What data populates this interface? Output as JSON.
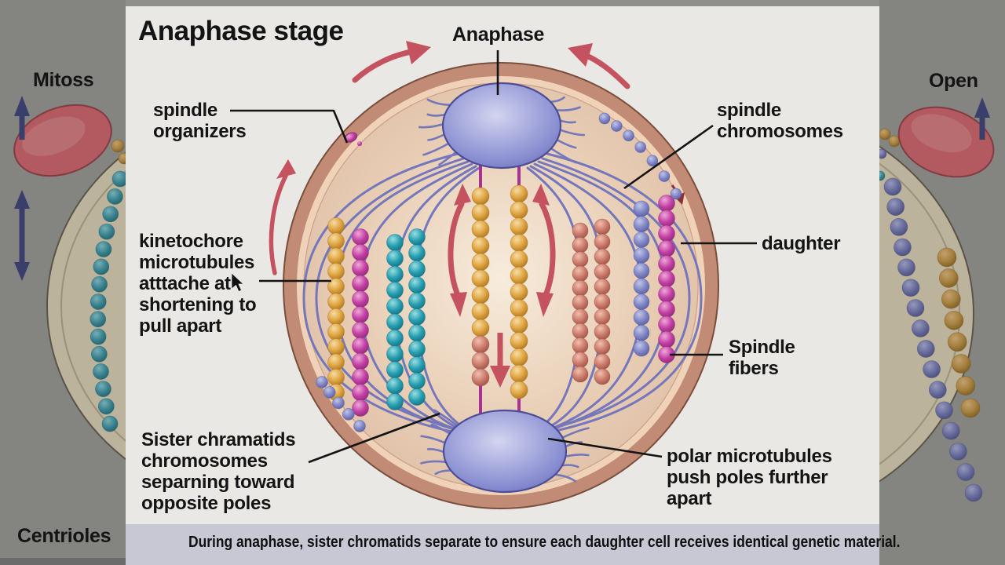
{
  "panel": {
    "title": "Anaphase stage",
    "caption": "During anaphase, sister chromatids separate to ensure each daughter cell receives identical genetic material."
  },
  "labels": {
    "anaphase": "Anaphase",
    "spindle_organizers": "spindle\norganizers",
    "kinetochore": "kinetochore\nmicrotubules\natttache at\nshortening to\npull apart",
    "sister_chromatids": "Sister chramatids\nchromosomes\nseparning toward\nopposite poles",
    "spindle_chromosomes": "spindle\nchromosomes",
    "daughter": "daughter",
    "spindle_fibers": "Spindle\nfibers",
    "polar_microtubules": "polar microtubules\npush poles further\napart"
  },
  "side_labels": {
    "left_top": "Mitoss",
    "left_bottom": "Centrioles",
    "right_top": "Open"
  },
  "colors": {
    "outside_bg": "#8F8F8C",
    "panel_bg": "#E9E8E5",
    "caption_bg": "#C7C8D4",
    "pointer": "#141414",
    "fiber": "#7477BB",
    "kinetochore_fiber": "#A8328F",
    "arrow_red": "#C4525F",
    "dark_red_arrow": "#8C2F38",
    "pole_light": "#D3D5F0",
    "pole_base": "#868BD0",
    "pole_edge": "#4C4E95",
    "cell_ring": "#C18B75",
    "cell_ring_edge": "#7A4E3D",
    "cell_inner_band": "#F0D2B8",
    "cell_fill_light": "#F7ECDD",
    "cell_fill_mid": "#E8CDB4",
    "cell_fill_deep": "#DCBDA4",
    "side_arrow": "#3A3E72",
    "side_disc": "#C45F64",
    "side_cell": "#CFC5AB",
    "beads": {
      "gold": {
        "light": "#F7DCA4",
        "base": "#DFA440",
        "dark": "#A8731F"
      },
      "magenta": {
        "light": "#EFA9D8",
        "base": "#C340A6",
        "dark": "#8C2973"
      },
      "teal": {
        "light": "#9ADEE2",
        "base": "#279FB2",
        "dark": "#11707F"
      },
      "salmon": {
        "light": "#F2BFAE",
        "base": "#CB7B6B",
        "dark": "#9A5145"
      },
      "blue": {
        "light": "#C2C6E8",
        "base": "#8086C6",
        "dark": "#575C9C"
      },
      "dimteal": {
        "light": "#7FBFC8",
        "base": "#3A8D9C",
        "dark": "#1E6671"
      },
      "dimpurple": {
        "light": "#A3A7CC",
        "base": "#6E73AB",
        "dark": "#4A4E7E"
      },
      "dimgold": {
        "light": "#D6B077",
        "base": "#B58A3E",
        "dark": "#82601F"
      }
    }
  }
}
